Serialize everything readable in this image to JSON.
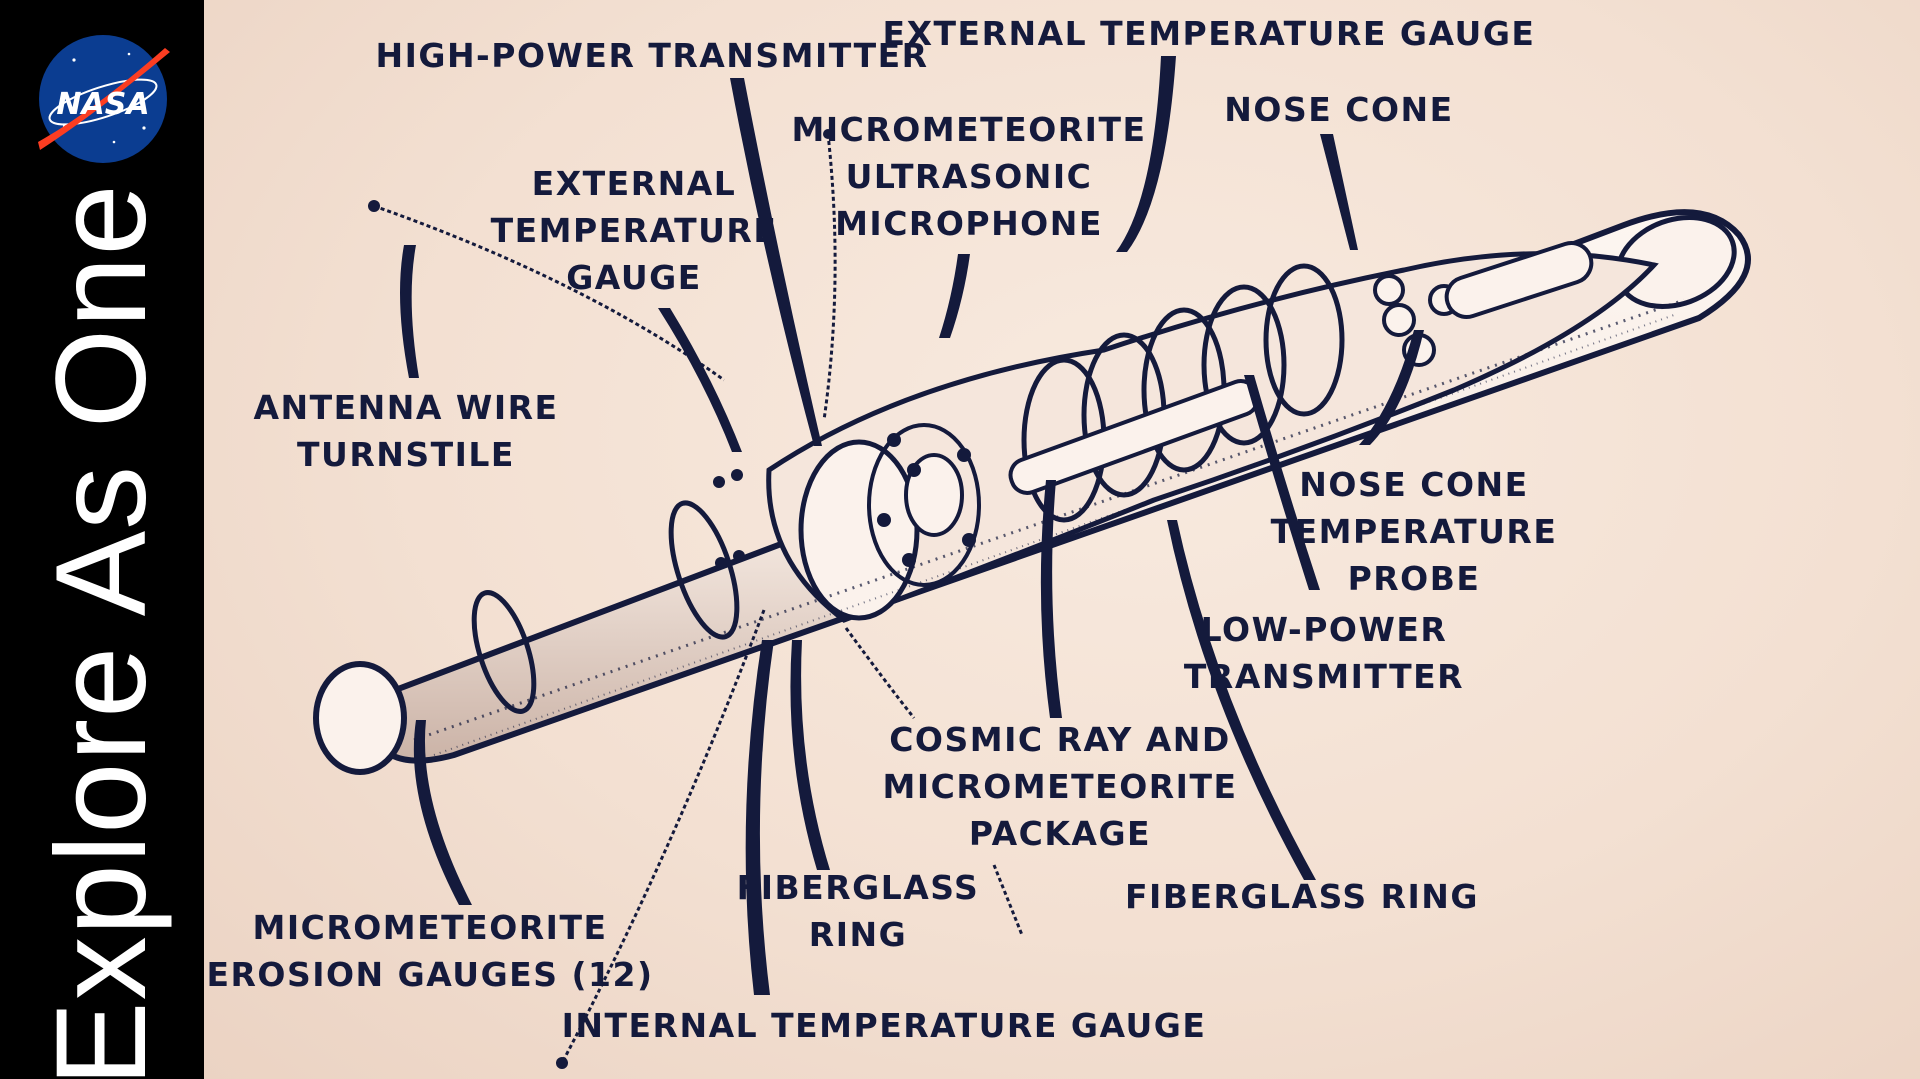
{
  "sidebar": {
    "logo_text": "NASA",
    "tagline": "Explore As One"
  },
  "diagram": {
    "labels": {
      "high_power_transmitter": "HIGH-POWER TRANSMITTER",
      "external_temperature_gauge_top": "EXTERNAL TEMPERATURE GAUGE",
      "nose_cone": "NOSE CONE",
      "micrometeorite_ultrasonic_microphone": "MICROMETEORITE\nULTRASONIC\nMICROPHONE",
      "external_temperature_gauge_left": "EXTERNAL\nTEMPERATURE\nGAUGE",
      "antenna_wire_turnstile": "ANTENNA WIRE\nTURNSTILE",
      "nose_cone_temperature_probe": "NOSE CONE\nTEMPERATURE\nPROBE",
      "low_power_transmitter": "LOW-POWER\nTRANSMITTER",
      "cosmic_ray_package": "COSMIC RAY AND\nMICROMETEORITE\nPACKAGE",
      "fiberglass_ring_center": "FIBERGLASS\nRING",
      "fiberglass_ring_right": "FIBERGLASS RING",
      "micrometeorite_erosion_gauges": "MICROMETEORITE\nEROSION GAUGES (12)",
      "internal_temperature_gauge": "INTERNAL TEMPERATURE GAUGE"
    }
  },
  "colors": {
    "background": "#f3e0d2",
    "ink": "#141a3c",
    "nasa_blue": "#0b3d91",
    "nasa_red": "#fc3d21",
    "sidebar": "#000000"
  }
}
